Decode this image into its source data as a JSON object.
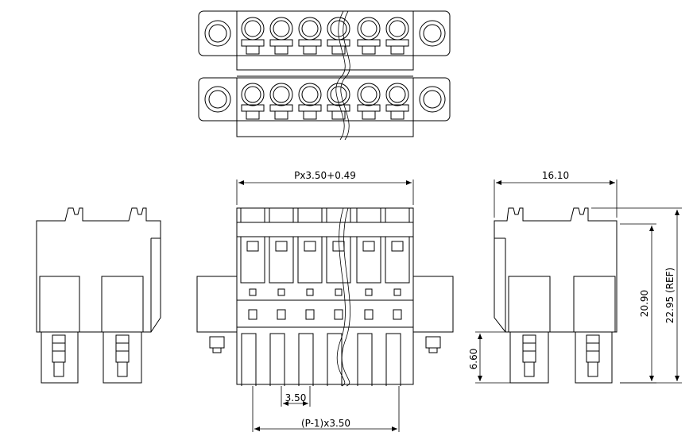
{
  "dimensions": {
    "overall_width": "Px3.50+0.49",
    "side_width": "16.10",
    "pitch": "3.50",
    "pitch_span": "(P-1)x3.50",
    "height": "20.90",
    "height_ref": "22.95 (REF)",
    "pin_length": "6.60"
  }
}
